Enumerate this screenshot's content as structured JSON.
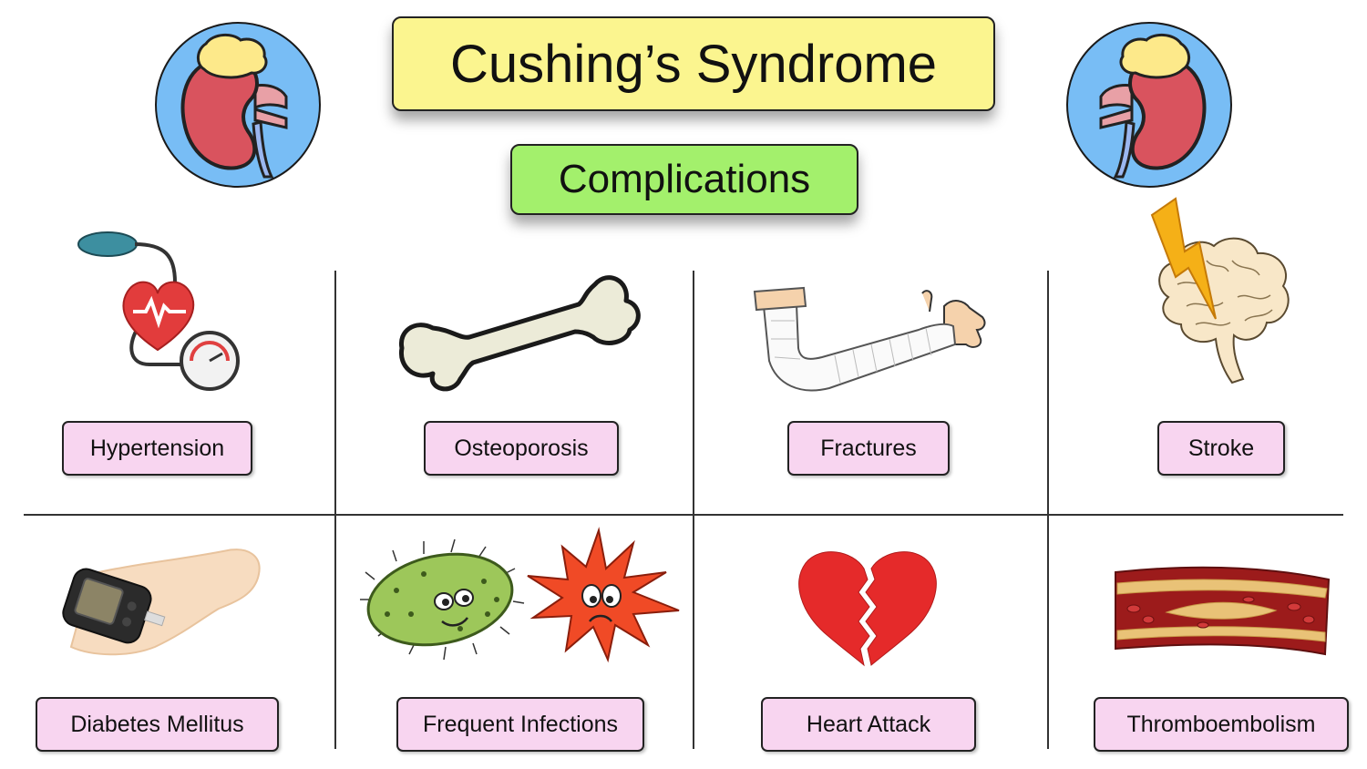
{
  "title": "Cushing’s Syndrome",
  "subtitle": "Complications",
  "complications": [
    {
      "label": "Hypertension",
      "icon": "blood-pressure-heart-icon"
    },
    {
      "label": "Osteoporosis",
      "icon": "bone-icon"
    },
    {
      "label": "Fractures",
      "icon": "arm-cast-icon"
    },
    {
      "label": "Stroke",
      "icon": "brain-lightning-icon"
    },
    {
      "label": "Diabetes Mellitus",
      "icon": "glucose-meter-icon"
    },
    {
      "label": "Frequent Infections",
      "icon": "germs-icon"
    },
    {
      "label": "Heart Attack",
      "icon": "broken-heart-icon"
    },
    {
      "label": "Thromboembolism",
      "icon": "blood-vessel-clot-icon"
    }
  ],
  "colors": {
    "title_bg": "#fbf58f",
    "subtitle_bg": "#a3f06c",
    "label_bg": "#f8d5f0",
    "circle_bg": "#78bdf5"
  }
}
